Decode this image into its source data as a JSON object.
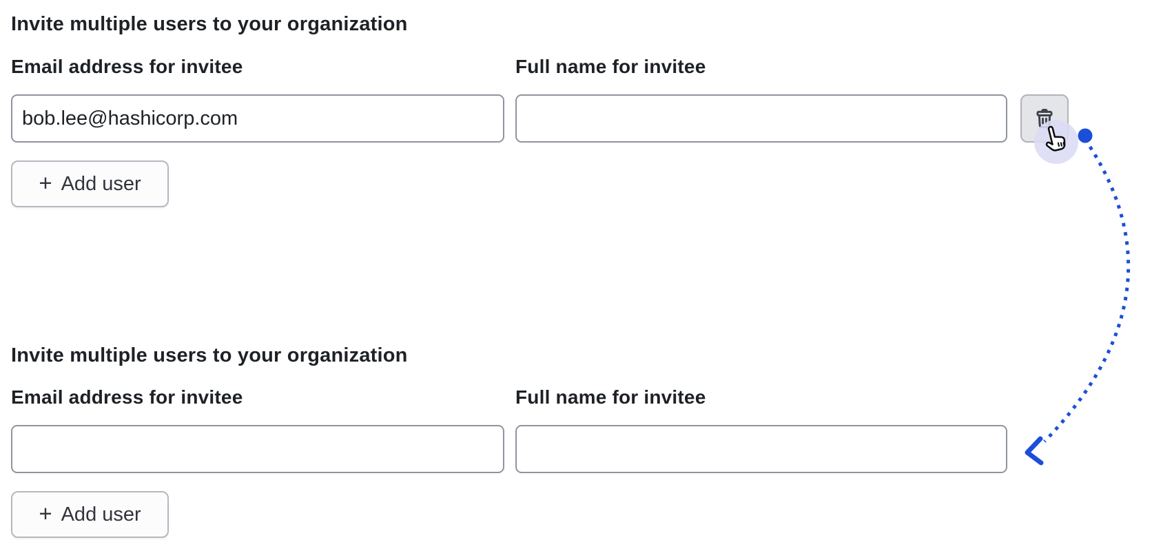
{
  "ui": {
    "plus_glyph": "+",
    "icons": {
      "delete_button_icon": "trash-icon",
      "click_indicator": "hand-pointer-cursor-icon"
    },
    "colors": {
      "accent_blue": "#1b4fd8",
      "click_halo": "#dbdcf5",
      "input_border": "#8f939e",
      "button_border": "#b6b8c0",
      "delete_button_bg": "#e4e5e9",
      "text": "#1e2126"
    }
  },
  "annotation": {
    "type": "dotted-curved-arrow",
    "from": "delete-row-button",
    "to": "full-name-input-after",
    "color": "#1b4fd8"
  },
  "panels": [
    {
      "state": "before-delete",
      "heading": "Invite multiple users to your organization",
      "email_label": "Email address for invitee",
      "name_label": "Full name for invitee",
      "email_value": "bob.lee@hashicorp.com",
      "name_value": "",
      "add_user_label": "Add user"
    },
    {
      "state": "after-delete",
      "heading": "Invite multiple users to your organization",
      "email_label": "Email address for invitee",
      "name_label": "Full name for invitee",
      "email_value": "",
      "name_value": "",
      "add_user_label": "Add user"
    }
  ]
}
